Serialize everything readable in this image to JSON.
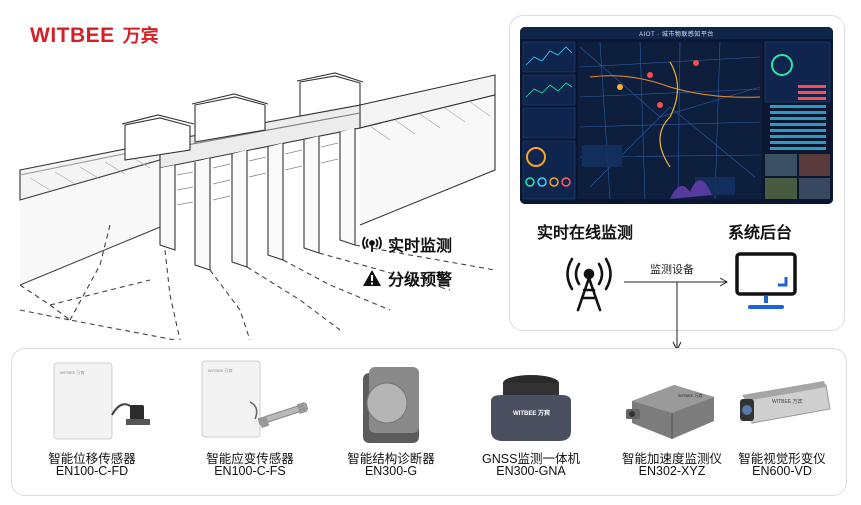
{
  "brand": {
    "name_en": "WITBEE",
    "name_cn": "万宾"
  },
  "dam": {
    "labels": [
      {
        "icon": "antenna-signal-icon",
        "text": "实时监测"
      },
      {
        "icon": "warning-triangle-icon",
        "text": "分级预警"
      }
    ]
  },
  "system": {
    "dashboard_title": "AIOT · 城市物联感知平台",
    "monitoring_label": "实时在线监测",
    "backend_label": "系统后台",
    "flow_label": "监测设备"
  },
  "devices": [
    {
      "name": "智能位移传感器",
      "model": "EN100-C-FD"
    },
    {
      "name": "智能应变传感器",
      "model": "EN100-C-FS"
    },
    {
      "name": "智能结构诊断器",
      "model": "EN300-G"
    },
    {
      "name": "GNSS监测一体机",
      "model": "EN300-GNA"
    },
    {
      "name": "智能加速度监测仪",
      "model": "EN302-XYZ"
    },
    {
      "name": "智能视觉形变仪",
      "model": "EN600-VD"
    }
  ],
  "device_brand_marks": [
    "WITBEE 万宾",
    "WITBEE 万宾",
    "",
    "WITBEE 万宾",
    "WITBEE 万宾",
    "WITBEE 万宾"
  ],
  "colors": {
    "brand_red": "#d32027",
    "screen_blue": "#1e63d6",
    "dashboard_bg": "#0b1730",
    "panel_border": "#dcdcdc"
  }
}
